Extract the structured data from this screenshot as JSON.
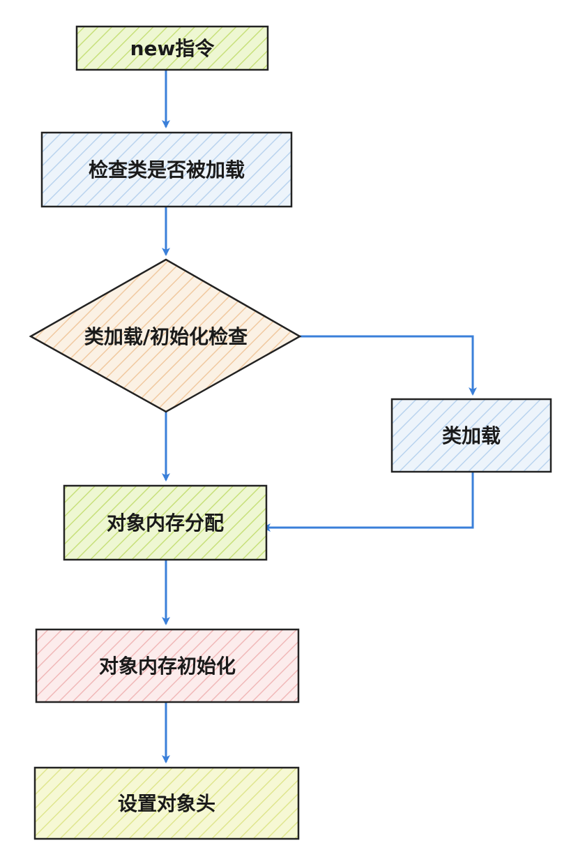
{
  "nodes": {
    "new_instruction": {
      "label": "new指令",
      "fill": "#eef7d2",
      "hatch": "#c7e07a"
    },
    "check_loaded": {
      "label": "检查类是否被加载",
      "fill": "#edf4fb",
      "hatch": "#b9d3ee"
    },
    "load_init_check": {
      "label": "类加载/初始化检查",
      "fill": "#fbf1e4",
      "hatch": "#f0c9a0"
    },
    "class_loading": {
      "label": "类加载",
      "fill": "#edf4fb",
      "hatch": "#b9d3ee"
    },
    "memory_alloc": {
      "label": "对象内存分配",
      "fill": "#eef7d2",
      "hatch": "#c7e07a"
    },
    "memory_init": {
      "label": "对象内存初始化",
      "fill": "#fcecec",
      "hatch": "#f0b8b8"
    },
    "set_header": {
      "label": "设置对象头",
      "fill": "#f6f8d4",
      "hatch": "#dfe68e"
    }
  },
  "colors": {
    "arrow": "#3a7fd9",
    "border": "#222222"
  }
}
